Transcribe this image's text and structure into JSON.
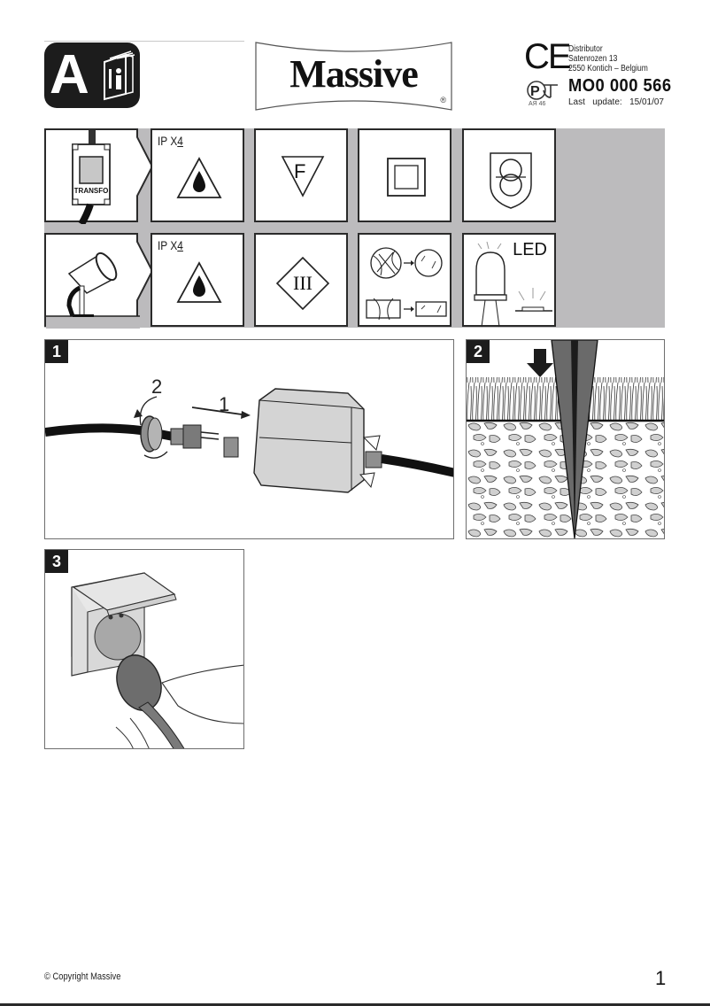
{
  "header": {
    "a_logo_letter": "A",
    "brand_name": "Massive",
    "brand_registered": "®",
    "ce_mark": "CE",
    "distributor": {
      "label": "Distributor",
      "street": "Satenrozen 13",
      "city": "2550 Kontich – Belgium"
    },
    "pct_code": "AЯ 46",
    "product_code": "MO0 000 566",
    "last_update_label": "Last",
    "update_label": "update:",
    "update_date": "15/01/07"
  },
  "symbols": {
    "row1": [
      {
        "type": "transformer-illustration",
        "label": "TRANSFO"
      },
      {
        "type": "ip-rating",
        "label_prefix": "IP X",
        "label_digit": "4"
      },
      {
        "type": "f-mark",
        "label": "F"
      },
      {
        "type": "class-ii-double-insulation"
      },
      {
        "type": "safety-transformer"
      }
    ],
    "row2": [
      {
        "type": "spotlight-illustration"
      },
      {
        "type": "ip-rating",
        "label_prefix": "IP X",
        "label_digit": "4"
      },
      {
        "type": "class-iii",
        "label": "III"
      },
      {
        "type": "replace-cracked-glass"
      },
      {
        "type": "led",
        "label": "LED"
      }
    ]
  },
  "steps": [
    {
      "number": "1",
      "arrow_labels": [
        "2",
        "1"
      ],
      "description": "Connect plug to transformer and screw ring"
    },
    {
      "number": "2",
      "description": "Push stake into ground"
    },
    {
      "number": "3",
      "description": "Plug into outdoor socket"
    }
  ],
  "footer": {
    "copyright": "© Copyright Massive",
    "page_number": "1"
  }
}
